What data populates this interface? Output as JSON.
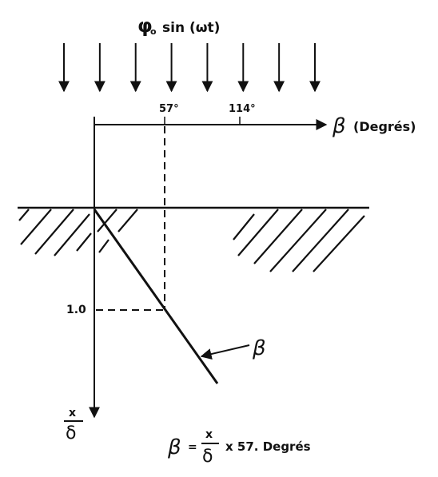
{
  "header": {
    "phi": "φ",
    "phi_sub": "o",
    "expression": "sin (ωt)"
  },
  "beta_axis": {
    "tick_1": "57°",
    "tick_2": "114°",
    "symbol": "β",
    "unit": "(Degrés)"
  },
  "depth_axis": {
    "tick_label": "1.0",
    "numerator": "x",
    "denominator": "δ"
  },
  "curve_label": "β",
  "formula": {
    "lhs": "β",
    "eq": "=",
    "numerator": "x",
    "denominator": "δ",
    "rest": "x 57.  Degrés"
  },
  "incident_arrow_count": 8
}
